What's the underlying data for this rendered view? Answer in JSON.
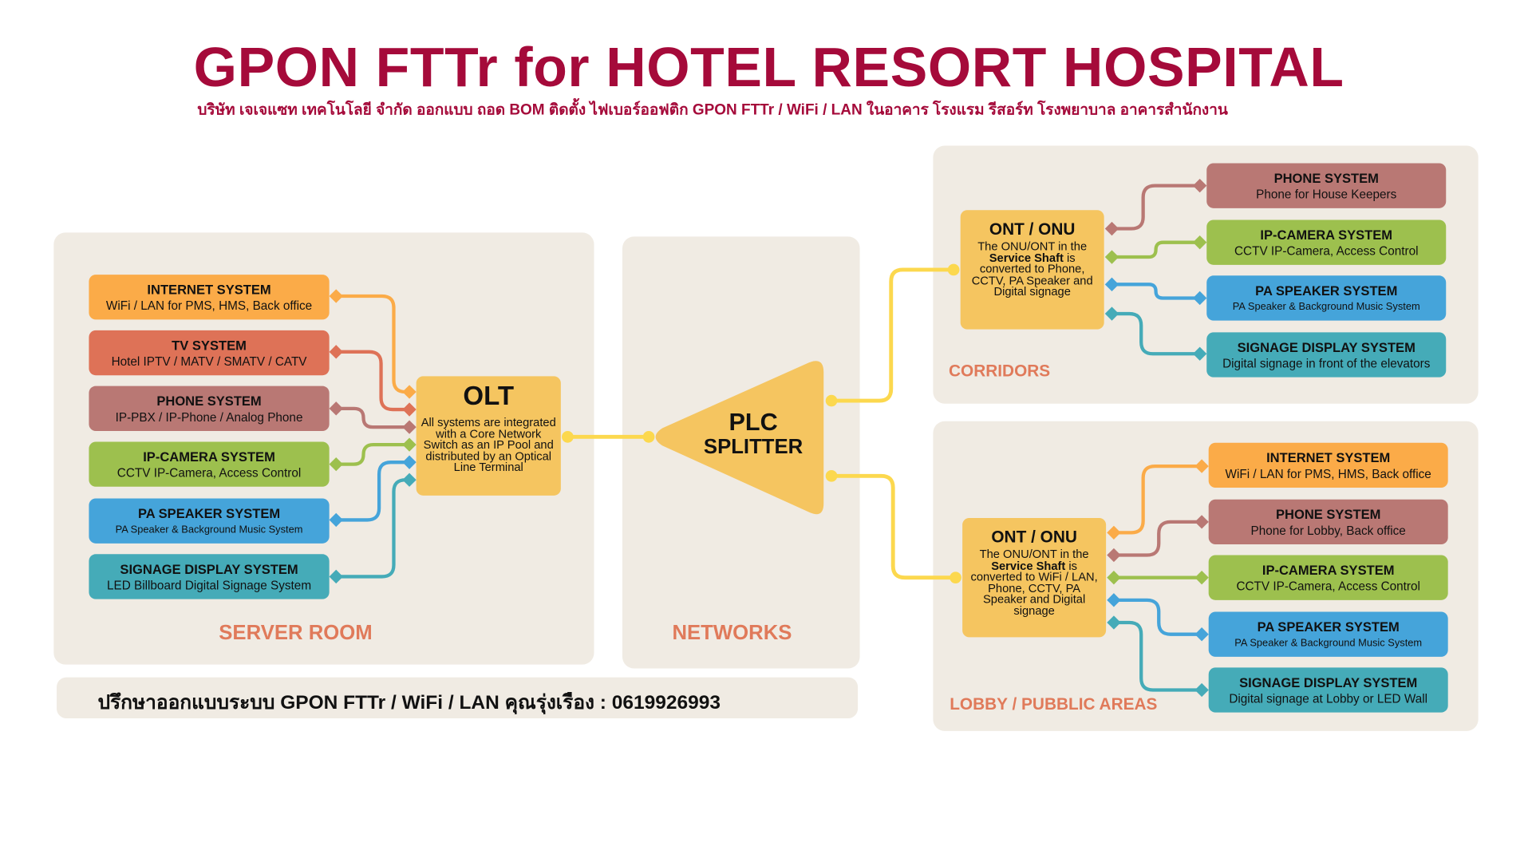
{
  "header": {
    "title": "GPON FTTr for HOTEL RESORT HOSPITAL",
    "subtitle": "บริษัท เจเจแซท เทคโนโลยี จำกัด ออกแบบ ถอด BOM ติดตั้ง ไฟเบอร์ออฟติก GPON FTTr / WiFi / LAN ในอาคาร โรงแรม รีสอร์ท โรงพยาบาล อาคารสำนักงาน"
  },
  "colors": {
    "brand": "#a50a3a",
    "internet": "#fbab48",
    "tv": "#de7257",
    "phone": "#b97874",
    "camera": "#9dc04e",
    "pa": "#45a4da",
    "signage": "#45abb8",
    "fiber": "#f5c560",
    "fiber_line": "#fcd84e",
    "panel": "#f0ebe3",
    "zone_label": "#e07a5a"
  },
  "server_room": {
    "label": "SERVER ROOM",
    "systems": [
      {
        "title": "INTERNET SYSTEM",
        "desc": "WiFi / LAN  for PMS, HMS, Back office",
        "color": "internet"
      },
      {
        "title": "TV SYSTEM",
        "desc": "Hotel IPTV / MATV / SMATV / CATV",
        "color": "tv"
      },
      {
        "title": "PHONE SYSTEM",
        "desc": "IP-PBX / IP-Phone / Analog Phone",
        "color": "phone"
      },
      {
        "title": "IP-CAMERA SYSTEM",
        "desc": "CCTV IP-Camera, Access Control",
        "color": "camera"
      },
      {
        "title": "PA SPEAKER SYSTEM",
        "desc": "PA Speaker & Background Music System",
        "color": "pa"
      },
      {
        "title": "SIGNAGE DISPLAY SYSTEM",
        "desc": "LED Billboard Digital Signage System",
        "color": "signage"
      }
    ],
    "olt": {
      "title": "OLT",
      "desc": "All systems are integrated with a Core Network Switch as an IP Pool and distributed by an Optical Line Terminal"
    }
  },
  "networks": {
    "label": "NETWORKS",
    "splitter_line1": "PLC",
    "splitter_line2": "SPLITTER"
  },
  "corridors": {
    "label": "CORRIDORS",
    "ont": {
      "title": "ONT / ONU",
      "desc_a": "The ONU/ONT in the",
      "desc_bold": "Service Shaft",
      "desc_b": " is converted to Phone, CCTV, PA Speaker and Digital signage"
    },
    "systems": [
      {
        "title": "PHONE SYSTEM",
        "desc": "Phone for House Keepers",
        "color": "phone"
      },
      {
        "title": "IP-CAMERA SYSTEM",
        "desc": "CCTV IP-Camera, Access Control",
        "color": "camera"
      },
      {
        "title": "PA SPEAKER SYSTEM",
        "desc": "PA Speaker & Background Music System",
        "color": "pa"
      },
      {
        "title": "SIGNAGE DISPLAY SYSTEM",
        "desc": "Digital signage in front of the elevators",
        "color": "signage"
      }
    ]
  },
  "lobby": {
    "label": "LOBBY / PUBBLIC AREAS",
    "ont": {
      "title": "ONT / ONU",
      "desc_a": "The ONU/ONT in the",
      "desc_bold": "Service Shaft",
      "desc_b": " is converted to WiFi / LAN, Phone, CCTV, PA Speaker and Digital signage"
    },
    "systems": [
      {
        "title": "INTERNET SYSTEM",
        "desc": "WiFi / LAN  for PMS, HMS, Back office",
        "color": "internet"
      },
      {
        "title": "PHONE SYSTEM",
        "desc": "Phone for Lobby, Back office",
        "color": "phone"
      },
      {
        "title": "IP-CAMERA SYSTEM",
        "desc": "CCTV IP-Camera, Access Control",
        "color": "camera"
      },
      {
        "title": "PA SPEAKER SYSTEM",
        "desc": "PA Speaker & Background Music System",
        "color": "pa"
      },
      {
        "title": "SIGNAGE DISPLAY SYSTEM",
        "desc": "Digital signage at Lobby or LED Wall",
        "color": "signage"
      }
    ]
  },
  "footer": {
    "contact": "ปรึกษาออกแบบระบบ GPON FTTr / WiFi / LAN คุณรุ่งเรือง : 0619926993"
  }
}
